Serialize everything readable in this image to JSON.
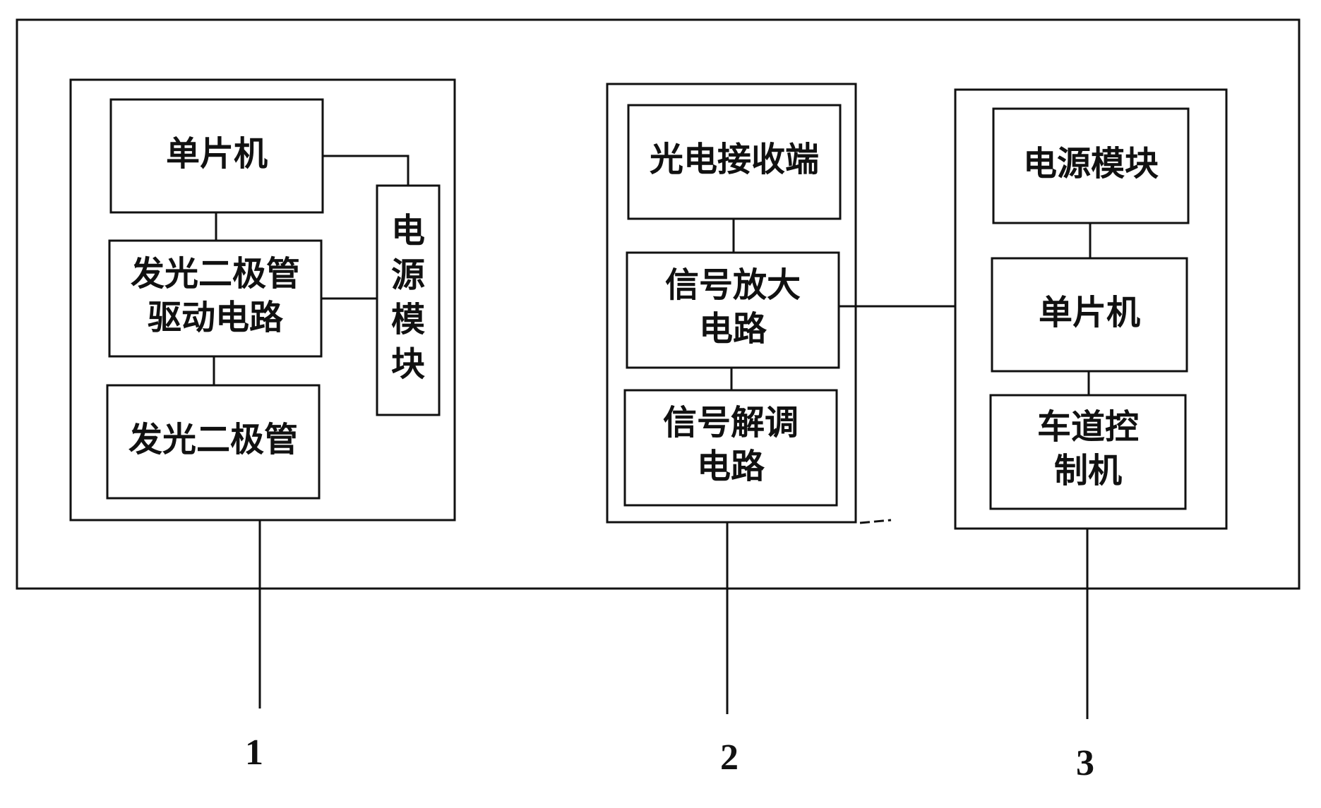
{
  "module1": {
    "mcu": "单片机",
    "led_driver_line1": "发光二极管",
    "led_driver_line2": "驱动电路",
    "led": "发光二极管",
    "power_chars": [
      "电",
      "源",
      "模",
      "块"
    ]
  },
  "module2": {
    "receiver": "光电接收端",
    "amplifier_line1": "信号放大",
    "amplifier_line2": "电路",
    "demod_line1": "信号解调",
    "demod_line2": "电路"
  },
  "module3": {
    "power": "电源模块",
    "mcu": "单片机",
    "lane_ctrl_line1": "车道控",
    "lane_ctrl_line2": "制机"
  },
  "callouts": [
    "1",
    "2",
    "3"
  ]
}
